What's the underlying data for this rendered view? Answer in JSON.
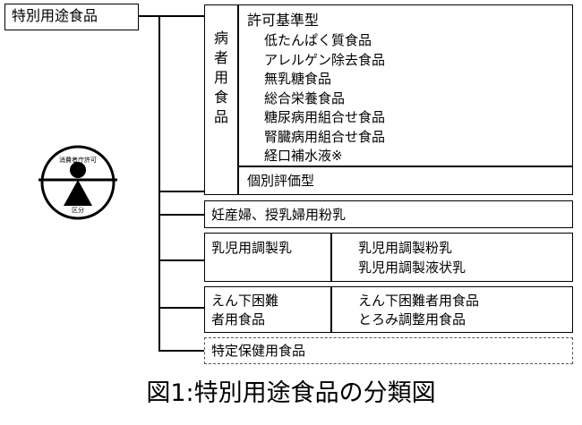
{
  "root": {
    "label": "特別用途食品"
  },
  "seal": {
    "top_text": "消費者庁許可",
    "bottom_text": "区分",
    "icon": "consumer-affairs-seal-icon"
  },
  "sick": {
    "vertical_label": "病者用食品",
    "approval_title": "許可基準型",
    "approval_items": [
      "低たんぱく質食品",
      "アレルゲン除去食品",
      "無乳糖食品",
      "総合栄養食品",
      "糖尿病用組合せ食品",
      "腎臓病用組合せ食品",
      "経口補水液※"
    ],
    "individual": "個別評価型"
  },
  "pregnant": {
    "label": "妊産婦、授乳婦用粉乳"
  },
  "infant": {
    "label": "乳児用調製乳",
    "items": [
      "乳児用調製粉乳",
      "乳児用調製液状乳"
    ]
  },
  "dysphagia": {
    "label_line1": "えん下困難",
    "label_line2": "者用食品",
    "items": [
      "えん下困難者用食品",
      "とろみ調整用食品"
    ]
  },
  "health": {
    "label": "特定保健用食品"
  },
  "caption": "図1:特別用途食品の分類図"
}
